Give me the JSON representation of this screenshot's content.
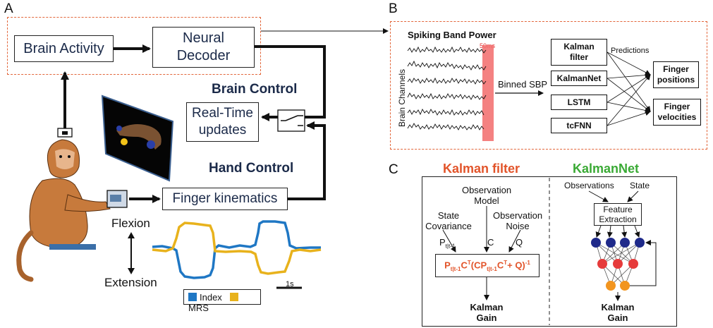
{
  "panels": {
    "a": "A",
    "b": "B",
    "c": "C"
  },
  "panel_a": {
    "brain_activity": "Brain Activity",
    "neural_decoder": "Neural Decoder",
    "brain_control": "Brain Control",
    "real_time_updates": "Real-Time updates",
    "hand_control": "Hand Control",
    "finger_kinematics": "Finger kinematics",
    "flexion": "Flexion",
    "extension": "Extension",
    "scale_bar": "1s",
    "legend": [
      {
        "label": "Index",
        "color": "#1f77c4"
      },
      {
        "label": "MRS",
        "color": "#e8b21c"
      }
    ]
  },
  "panel_b": {
    "sbp_title": "Spiking Band Power",
    "window_label": "50ms",
    "y_label": "Brain Channels",
    "binned_label": "Binned SBP",
    "predictions_label": "Predictions",
    "models": [
      "Kalman filter",
      "KalmanNet",
      "LSTM",
      "tcFNN"
    ],
    "outputs": [
      "Finger positions",
      "Finger velocities"
    ]
  },
  "panel_c": {
    "kalman_title": "Kalman filter",
    "kalmannet_title": "KalmanNet",
    "observation_model": "Observation Model",
    "state_covariance": "State Covariance",
    "observation_noise": "Observation Noise",
    "p_label": "P",
    "p_sub": "t|t-1",
    "c_label": "C",
    "q_label": "Q",
    "formula_parts": [
      "P",
      "t|t-1",
      "C",
      "T",
      "(CP",
      "t|t-1",
      "C",
      "T",
      "+ Q)",
      "-1"
    ],
    "kalman_gain": "Kalman Gain",
    "observations": "Observations",
    "state": "State",
    "feature_extraction": "Feature Extraction",
    "kalmannet_gain": "Kalman Gain"
  },
  "colors": {
    "dashed_border": "#e2663a",
    "kalman_title": "#e2542a",
    "kalmannet_title": "#3aaa35",
    "node_blue": "#1f2a8a",
    "node_red": "#e63b3b",
    "node_orange": "#f2951f",
    "highlight": "#f26b6b"
  }
}
